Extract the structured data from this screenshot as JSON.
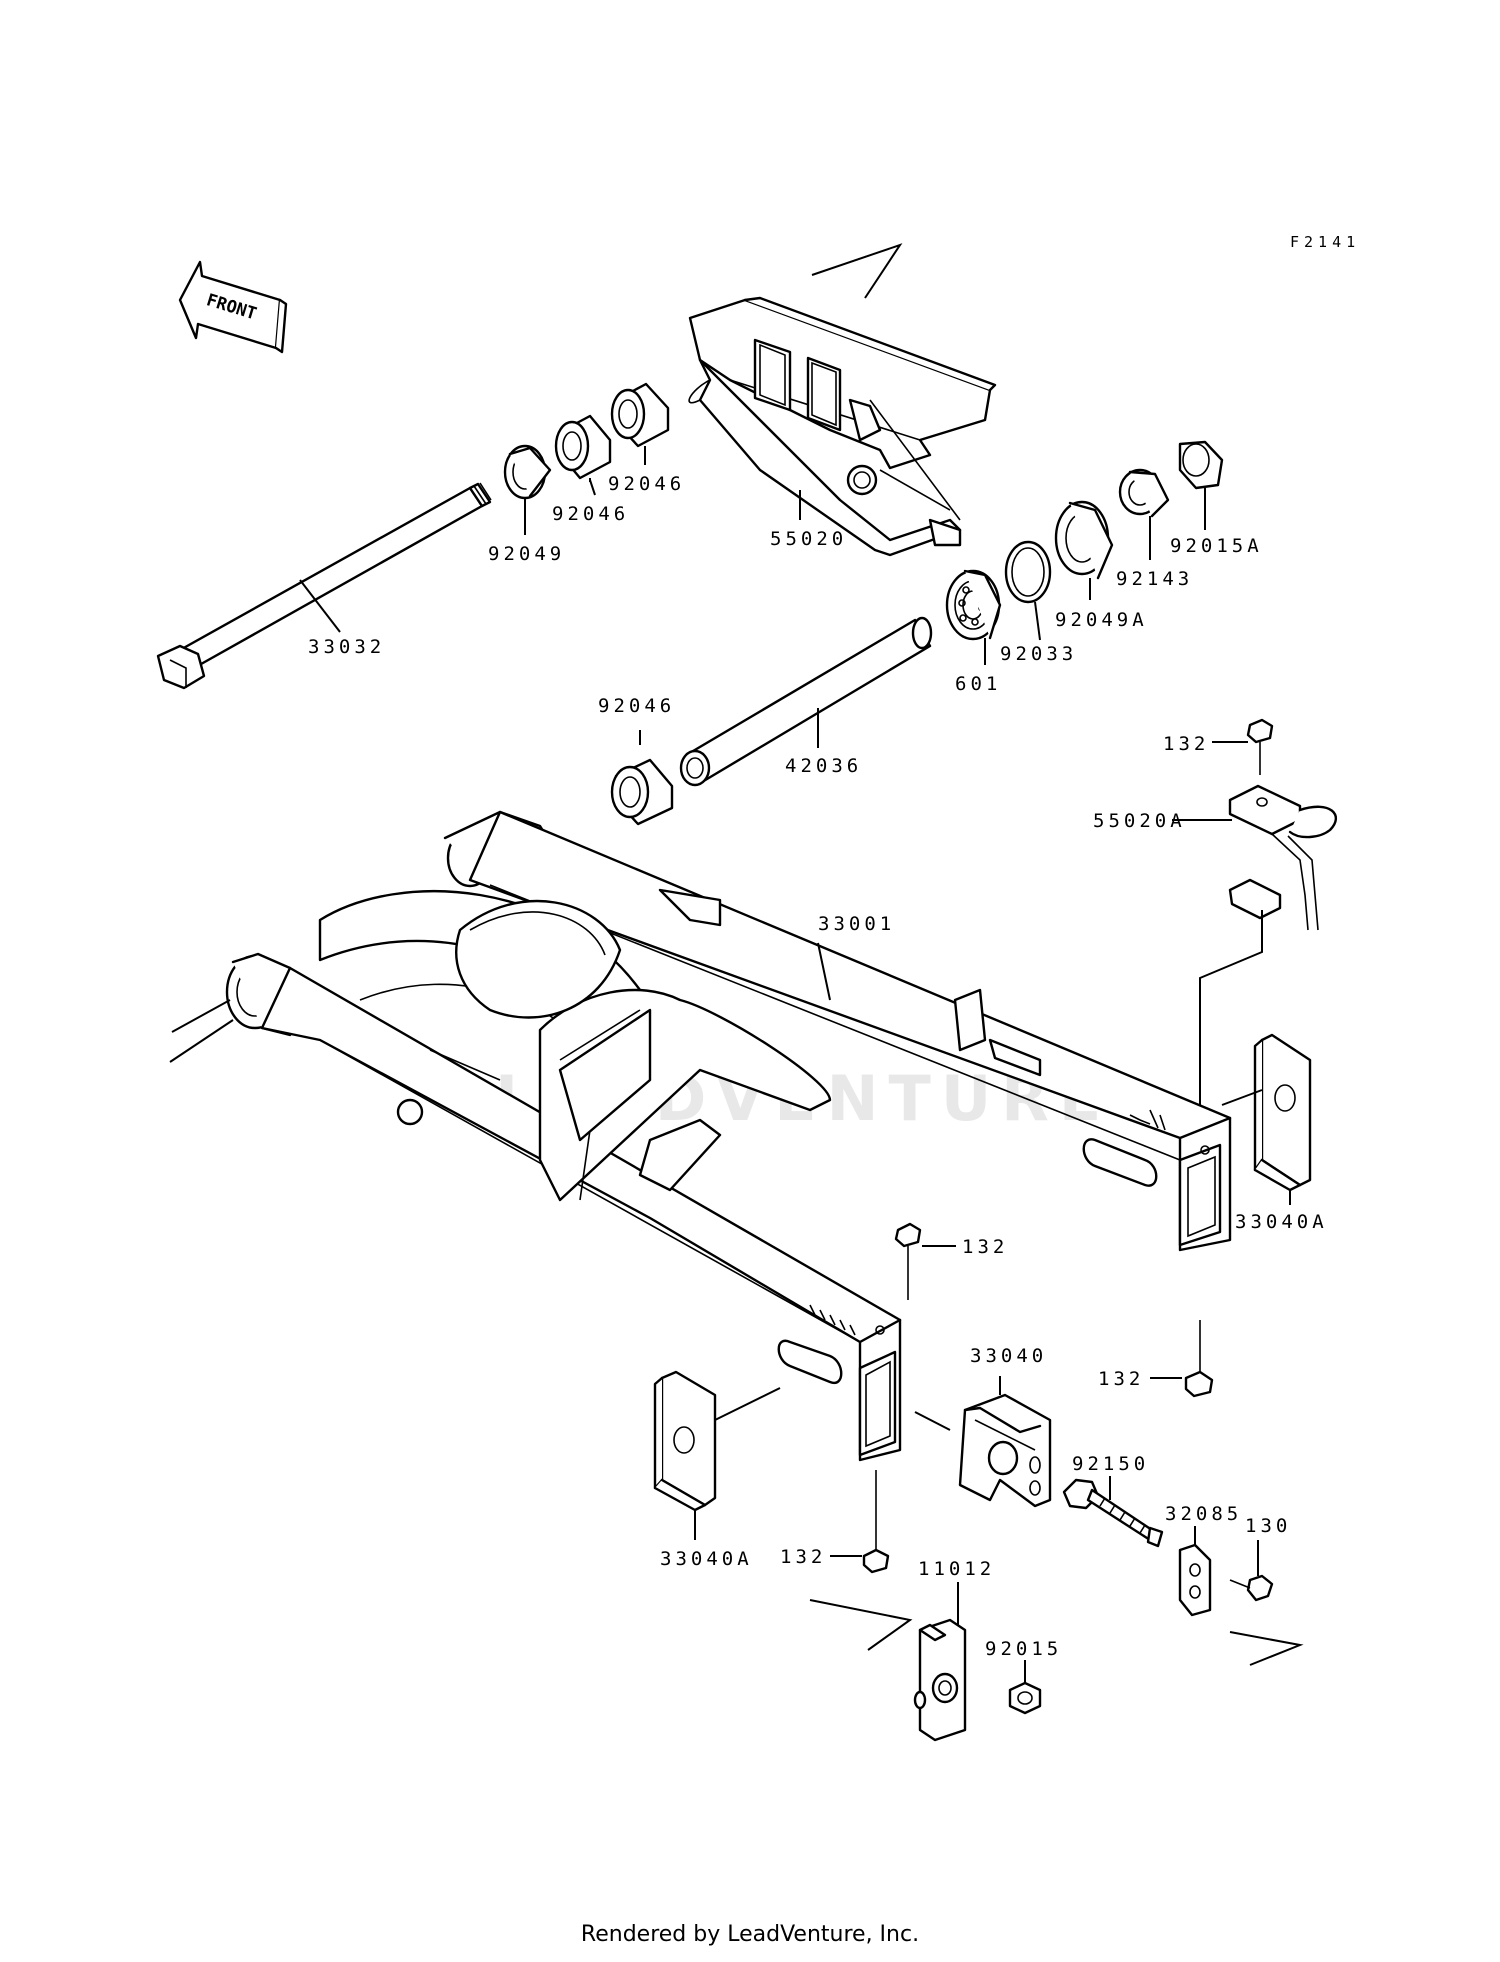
{
  "diagram": {
    "figure_code": "F2141",
    "front_label": "FRONT",
    "watermark_text": "LEADVENTURE",
    "parts": {
      "p33032": "33032",
      "p92049": "92049",
      "p92046a": "92046",
      "p92046b": "92046",
      "p92046c": "92046",
      "p55020": "55020",
      "p92015A": "92015A",
      "p92143": "92143",
      "p92049A": "92049A",
      "p92033": "92033",
      "p601": "601",
      "p42036": "42036",
      "p132a": "132",
      "p55020A": "55020A",
      "p33001": "33001",
      "p33040A_right": "33040A",
      "p132b": "132",
      "p132c": "132",
      "p33040": "33040",
      "p92150": "92150",
      "p32085": "32085",
      "p130": "130",
      "p33040A_left": "33040A",
      "p132d": "132",
      "p11012": "11012",
      "p92015": "92015"
    }
  },
  "footer": {
    "rendered_by": "Rendered by LeadVenture, Inc."
  }
}
